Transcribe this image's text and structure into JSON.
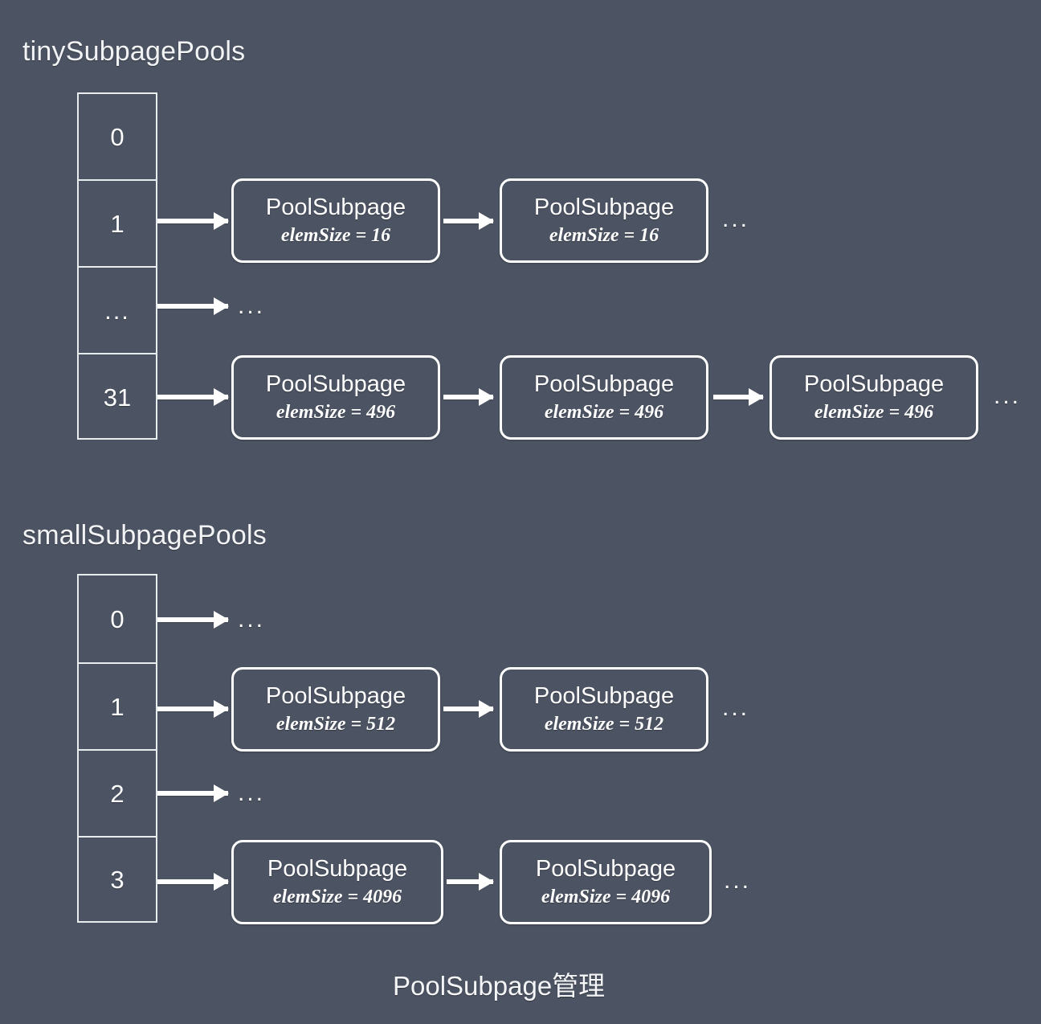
{
  "background_color": "#4c5362",
  "stroke_color": "#ffffff",
  "text_color": "#ffffff",
  "caption": "PoolSubpage管理",
  "sections": [
    {
      "title": "tinySubpagePools",
      "rows": [
        {
          "index": "0",
          "nodes": [],
          "trailing": "",
          "arrow": false
        },
        {
          "index": "1",
          "arrow": true,
          "nodes": [
            {
              "title": "PoolSubpage",
              "sub": "elemSize = 16"
            },
            {
              "title": "PoolSubpage",
              "sub": "elemSize = 16"
            }
          ],
          "trailing": "..."
        },
        {
          "index": "...",
          "arrow": true,
          "nodes": [],
          "trailing": "..."
        },
        {
          "index": "31",
          "arrow": true,
          "nodes": [
            {
              "title": "PoolSubpage",
              "sub": "elemSize = 496"
            },
            {
              "title": "PoolSubpage",
              "sub": "elemSize = 496"
            },
            {
              "title": "PoolSubpage",
              "sub": "elemSize = 496"
            }
          ],
          "trailing": "..."
        }
      ]
    },
    {
      "title": "smallSubpagePools",
      "rows": [
        {
          "index": "0",
          "arrow": true,
          "nodes": [],
          "trailing": "..."
        },
        {
          "index": "1",
          "arrow": true,
          "nodes": [
            {
              "title": "PoolSubpage",
              "sub": "elemSize = 512"
            },
            {
              "title": "PoolSubpage",
              "sub": "elemSize = 512"
            }
          ],
          "trailing": "..."
        },
        {
          "index": "2",
          "arrow": true,
          "nodes": [],
          "trailing": "..."
        },
        {
          "index": "3",
          "arrow": true,
          "nodes": [
            {
              "title": "PoolSubpage",
              "sub": "elemSize = 4096"
            },
            {
              "title": "PoolSubpage",
              "sub": "elemSize = 4096"
            }
          ],
          "trailing": "..."
        }
      ]
    }
  ]
}
